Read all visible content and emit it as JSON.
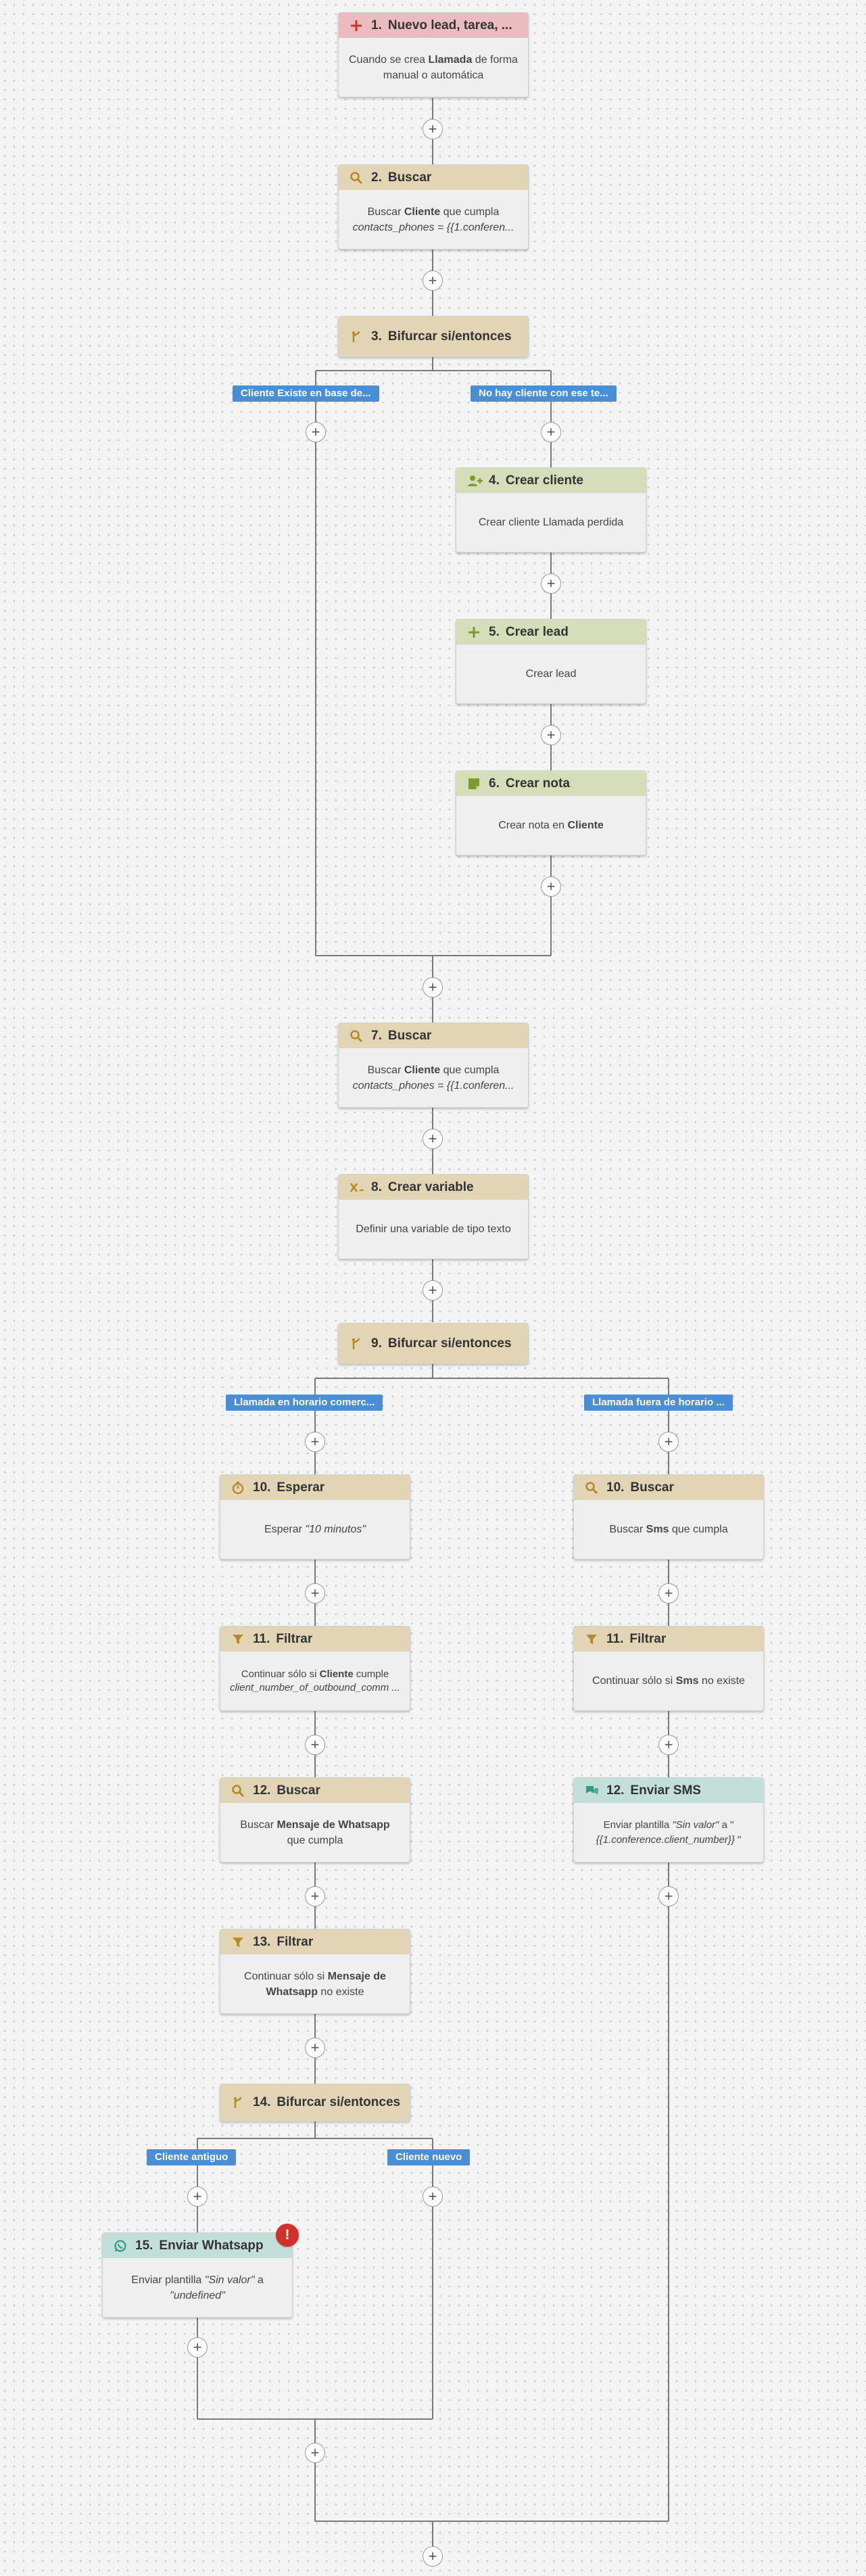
{
  "colors": {
    "trigger_header": "#ebbcbf",
    "action_header": "#e1d5b6",
    "create_header": "#d5deb8",
    "notify_header": "#c3dfda",
    "branch_badge": "#4a8fd6",
    "warning": "#d0322b"
  },
  "steps": {
    "s1": {
      "num": "1.",
      "title": "Nuevo lead, tarea, ...",
      "icon": "plus-icon",
      "desc": [
        {
          "t": "Cuando se crea "
        },
        {
          "t": "Llamada",
          "b": true
        },
        {
          "t": " de forma manual o automática"
        }
      ]
    },
    "s2": {
      "num": "2.",
      "title": "Buscar",
      "icon": "search-icon",
      "desc": [
        {
          "t": "Buscar "
        },
        {
          "t": "Cliente",
          "b": true
        },
        {
          "t": " que cumpla "
        },
        {
          "t": "contacts_phones = {{1.conferen...",
          "i": true
        }
      ]
    },
    "s3": {
      "num": "3.",
      "title": "Bifurcar si/entonces",
      "icon": "branch-icon"
    },
    "s4": {
      "num": "4.",
      "title": "Crear cliente",
      "icon": "add-user-icon",
      "desc": [
        {
          "t": "Crear cliente Llamada perdida"
        }
      ]
    },
    "s5": {
      "num": "5.",
      "title": "Crear lead",
      "icon": "plus-icon",
      "desc": [
        {
          "t": "Crear lead"
        }
      ]
    },
    "s6": {
      "num": "6.",
      "title": "Crear nota",
      "icon": "note-icon",
      "desc": [
        {
          "t": "Crear nota en "
        },
        {
          "t": "Cliente",
          "b": true
        }
      ]
    },
    "s7": {
      "num": "7.",
      "title": "Buscar",
      "icon": "search-icon",
      "desc": [
        {
          "t": "Buscar "
        },
        {
          "t": "Cliente",
          "b": true
        },
        {
          "t": " que cumpla "
        },
        {
          "t": "contacts_phones = {{1.conferen...",
          "i": true
        }
      ]
    },
    "s8": {
      "num": "8.",
      "title": "Crear variable",
      "icon": "variable-icon",
      "desc": [
        {
          "t": "Definir una variable de tipo texto"
        }
      ]
    },
    "s9": {
      "num": "9.",
      "title": "Bifurcar si/entonces",
      "icon": "branch-icon"
    },
    "s10a": {
      "num": "10.",
      "title": "Esperar",
      "icon": "timer-icon",
      "desc": [
        {
          "t": "Esperar "
        },
        {
          "t": "\"10 minutos\"",
          "i": true
        }
      ]
    },
    "s10b": {
      "num": "10.",
      "title": "Buscar",
      "icon": "search-icon",
      "desc": [
        {
          "t": "Buscar "
        },
        {
          "t": "Sms",
          "b": true
        },
        {
          "t": " que cumpla"
        }
      ]
    },
    "s11a": {
      "num": "11.",
      "title": "Filtrar",
      "icon": "filter-icon",
      "desc": [
        {
          "t": "Continuar sólo si "
        },
        {
          "t": "Cliente",
          "b": true
        },
        {
          "t": " cumple "
        },
        {
          "t": "client_number_of_outbound_comm ...",
          "i": true
        }
      ]
    },
    "s11b": {
      "num": "11.",
      "title": "Filtrar",
      "icon": "filter-icon",
      "desc": [
        {
          "t": "Continuar sólo si "
        },
        {
          "t": "Sms",
          "b": true
        },
        {
          "t": " no existe"
        }
      ]
    },
    "s12a": {
      "num": "12.",
      "title": "Buscar",
      "icon": "search-icon",
      "desc": [
        {
          "t": "Buscar "
        },
        {
          "t": "Mensaje de Whatsapp",
          "b": true
        },
        {
          "t": " que cumpla"
        }
      ]
    },
    "s12b": {
      "num": "12.",
      "title": "Enviar SMS",
      "icon": "chat-icon",
      "desc": [
        {
          "t": "Enviar plantilla "
        },
        {
          "t": "\"Sin valor\"",
          "i": true
        },
        {
          "t": " a \" "
        },
        {
          "t": "{{1.conference.client_number}}",
          "i": true
        },
        {
          "t": " \""
        }
      ]
    },
    "s13": {
      "num": "13.",
      "title": "Filtrar",
      "icon": "filter-icon",
      "desc": [
        {
          "t": "Continuar sólo si "
        },
        {
          "t": "Mensaje de Whatsapp",
          "b": true
        },
        {
          "t": " no existe"
        }
      ]
    },
    "s14": {
      "num": "14.",
      "title": "Bifurcar si/entonces",
      "icon": "branch-icon"
    },
    "s15": {
      "num": "15.",
      "title": "Enviar Whatsapp",
      "icon": "whatsapp-icon",
      "warning": "!",
      "desc": [
        {
          "t": "Enviar plantilla "
        },
        {
          "t": "\"Sin valor\"",
          "i": true
        },
        {
          "t": " a "
        },
        {
          "t": "\"undefined\"",
          "i": true
        }
      ]
    }
  },
  "branches": {
    "b3_left": "Cliente Existe en base de...",
    "b3_right": "No hay cliente con ese te...",
    "b9_left": "Llamada en horario comerc...",
    "b9_right": "Llamada fuera de horario ...",
    "b14_left": "Cliente antiguo",
    "b14_right": "Cliente nuevo"
  },
  "add_step_symbol": "+"
}
